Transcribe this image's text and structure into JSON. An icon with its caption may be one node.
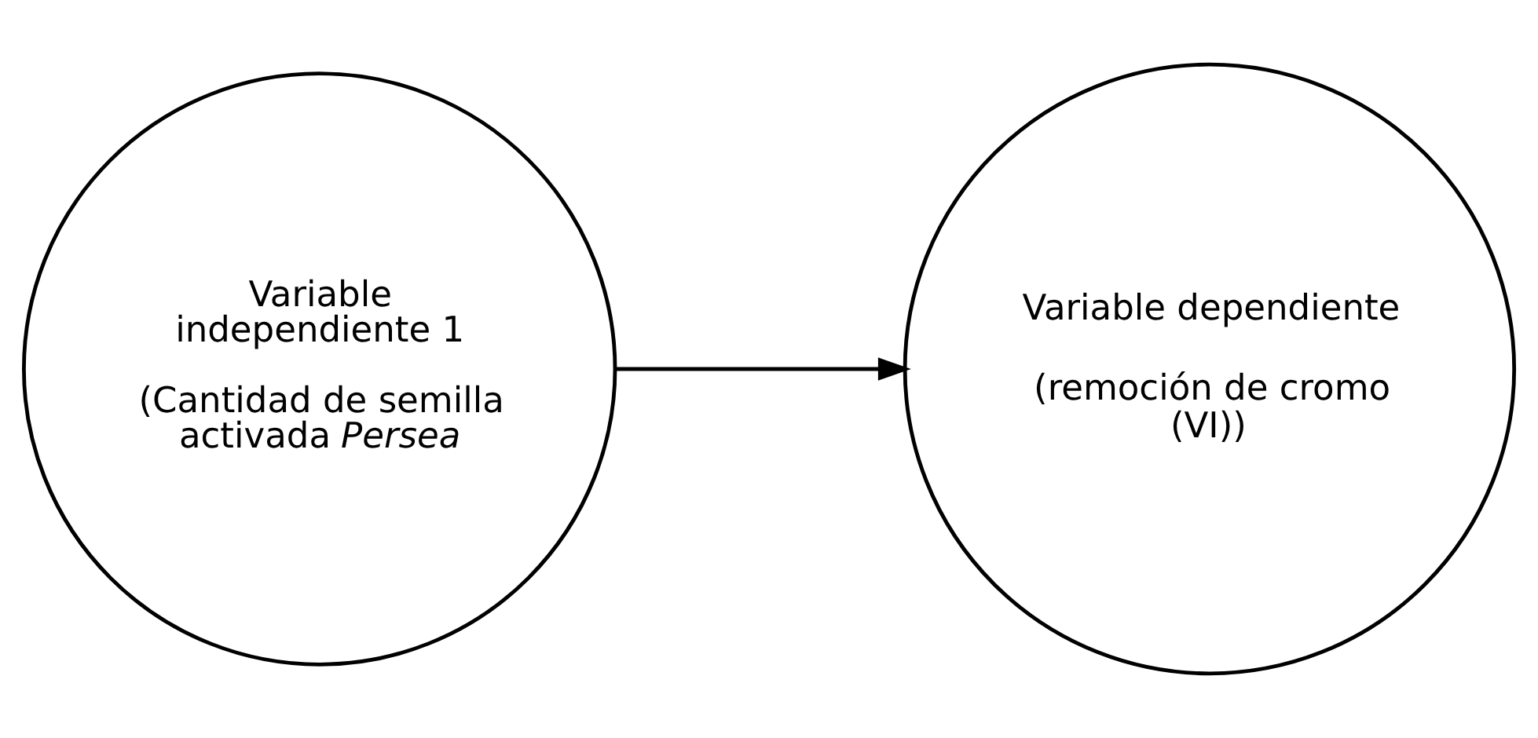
{
  "diagram": {
    "nodes": [
      {
        "text": [
          "Variable independiente 1",
          "(Cantidad de semilla activada *Persea*"
        ]
      },
      {
        "text": [
          "Variable dependiente",
          "(remoción de cromo (VI))"
        ]
      }
    ],
    "edges": [
      {
        "from": 0,
        "to": 1,
        "arrow": "to"
      }
    ]
  }
}
